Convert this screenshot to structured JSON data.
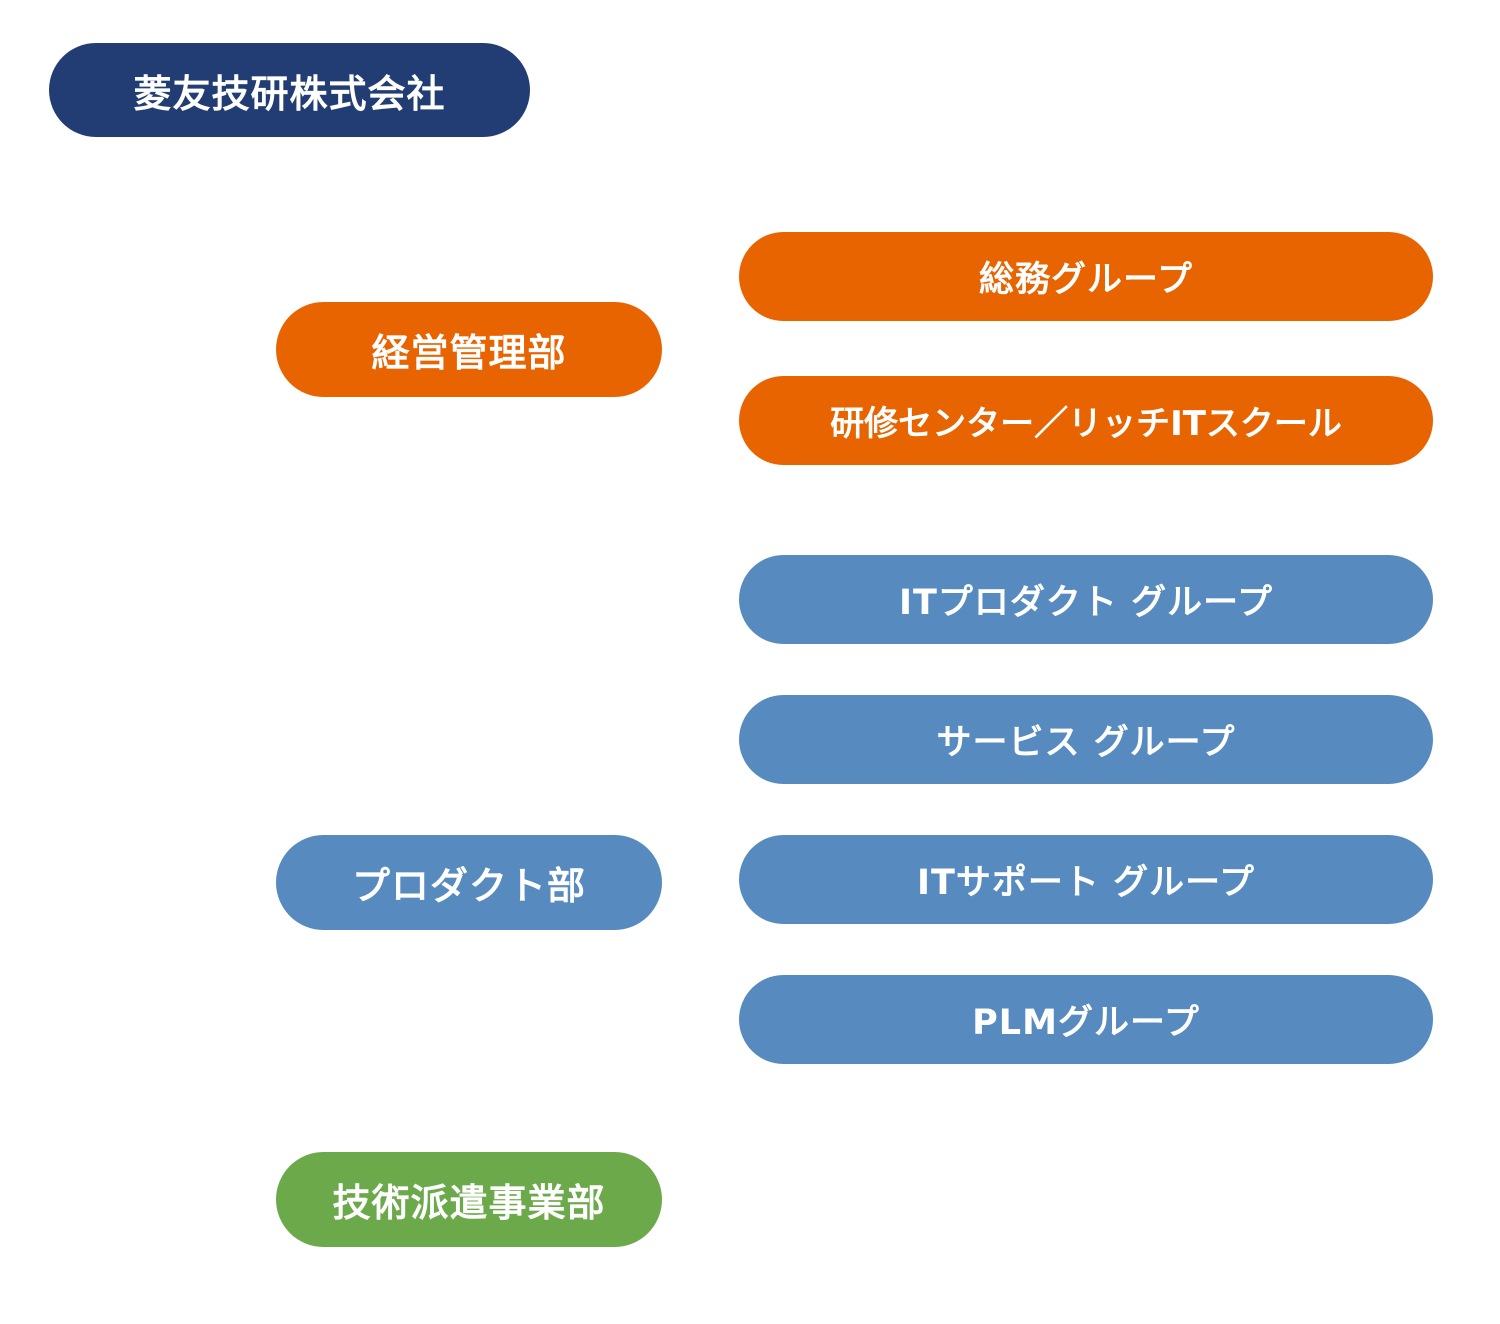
{
  "company": {
    "name": "菱友技研株式会社",
    "color": "#213d73"
  },
  "departments": [
    {
      "name": "経営管理部",
      "color": "#e86400",
      "groups": [
        "総務グループ",
        "研修センター／リッチITスクール"
      ]
    },
    {
      "name": "プロダクト部",
      "color": "#578bbf",
      "groups": [
        "ITプロダクト グループ",
        "サービス グループ",
        "ITサポート グループ",
        "PLMグループ"
      ]
    },
    {
      "name": "技術派遣事業部",
      "color": "#6ca94b",
      "groups": []
    }
  ]
}
